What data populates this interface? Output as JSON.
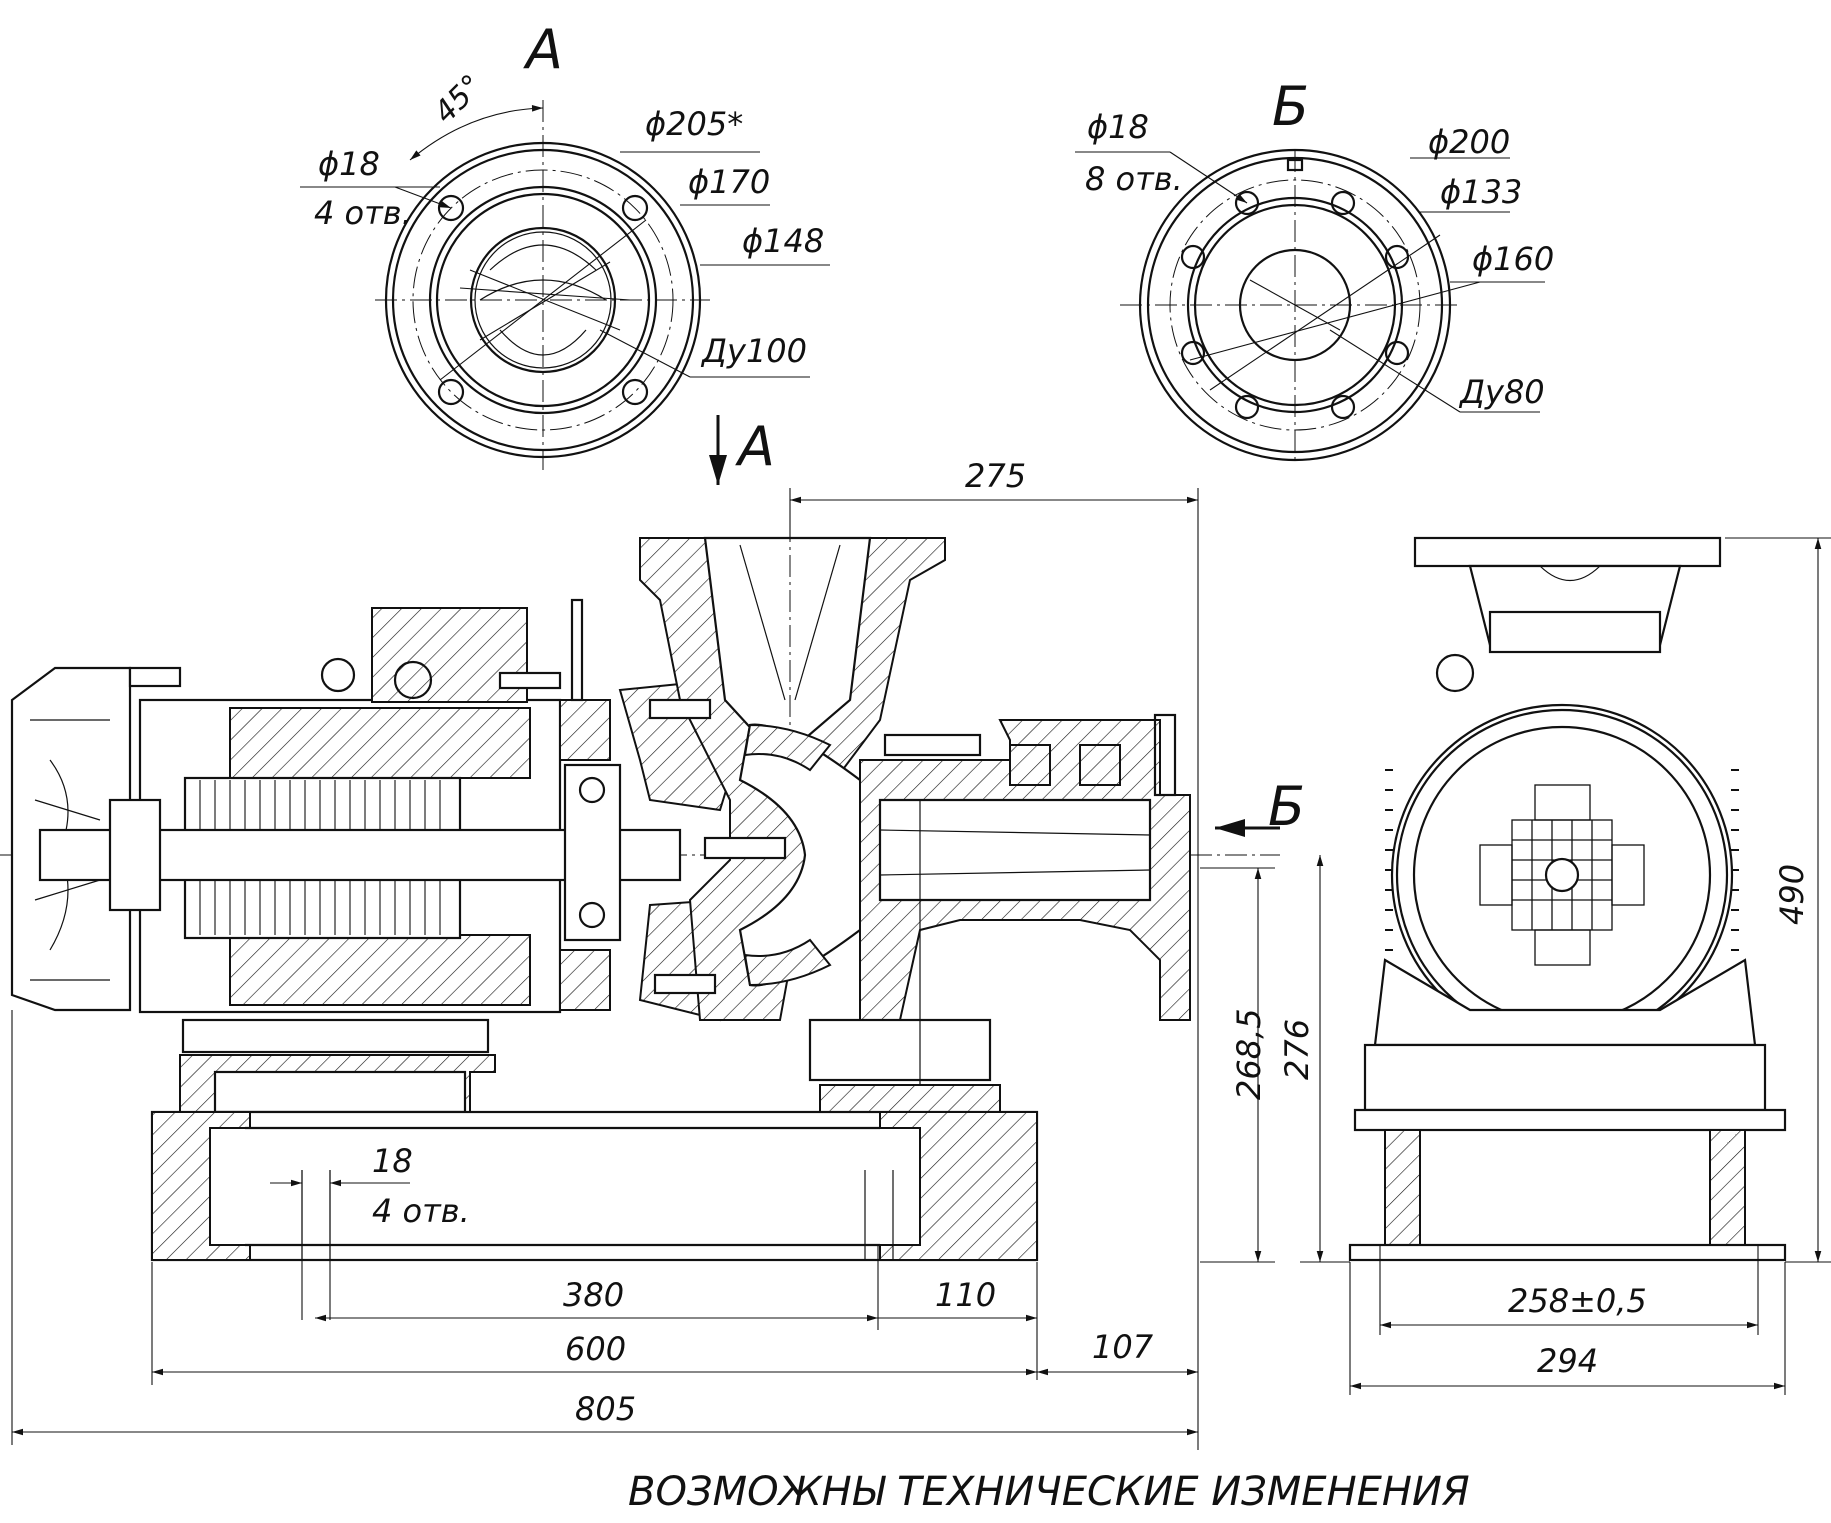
{
  "views": {
    "section_a_label": "А",
    "section_b_label": "Б",
    "arrow_a_label": "А",
    "arrow_b_label": "Б"
  },
  "flange_a": {
    "angle": "45°",
    "bolt_dia": "ϕ18",
    "bolt_count": "4 отв.",
    "d_outer": "ϕ205*",
    "d_bolt_circle": "ϕ170",
    "d_raised": "ϕ148",
    "nominal": "Ду100"
  },
  "flange_b": {
    "bolt_dia": "ϕ18",
    "bolt_count": "8 отв.",
    "d_outer": "ϕ200",
    "d_raised": "ϕ133",
    "d_bolt_circle": "ϕ160",
    "nominal": "Ду80"
  },
  "dimensions": {
    "d275": "275",
    "d268_5": "268,5",
    "d276": "276",
    "d490": "490",
    "d18": "18",
    "holes": "4 отв.",
    "d380": "380",
    "d110": "110",
    "d600": "600",
    "d107": "107",
    "d805": "805",
    "d258": "258±0,5",
    "d294": "294"
  },
  "note": "ВОЗМОЖНЫ ТЕХНИЧЕСКИЕ ИЗМЕНЕНИЯ"
}
